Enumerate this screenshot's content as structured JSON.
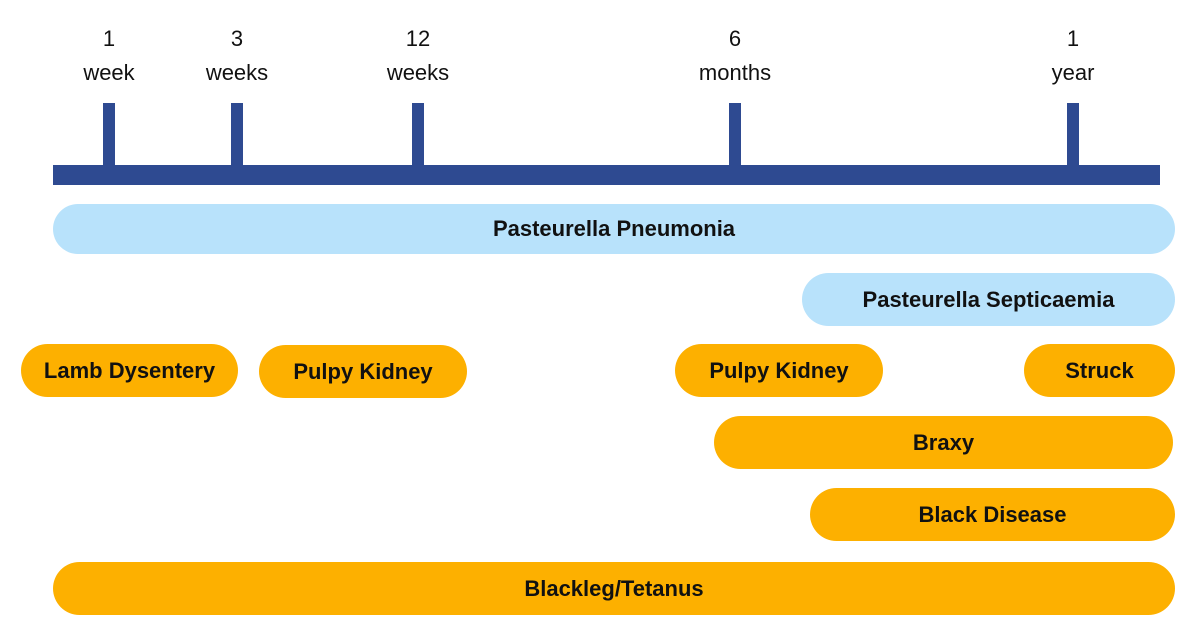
{
  "colors": {
    "axis": "#2e4a91",
    "pasteurella": "#b8e2fb",
    "clostridial": "#fdb000"
  },
  "timeline": {
    "ticks": [
      {
        "line1": "1",
        "line2": "week"
      },
      {
        "line1": "3",
        "line2": "weeks"
      },
      {
        "line1": "12",
        "line2": "weeks"
      },
      {
        "line1": "6",
        "line2": "months"
      },
      {
        "line1": "1",
        "line2": "year"
      }
    ]
  },
  "bars": [
    {
      "label": "Pasteurella Pneumonia",
      "group": "pasteurella"
    },
    {
      "label": "Pasteurella Septicaemia",
      "group": "pasteurella"
    },
    {
      "label": "Lamb Dysentery",
      "group": "clostridial"
    },
    {
      "label": "Pulpy Kidney",
      "group": "clostridial"
    },
    {
      "label": "Pulpy Kidney",
      "group": "clostridial"
    },
    {
      "label": "Struck",
      "group": "clostridial"
    },
    {
      "label": "Braxy",
      "group": "clostridial"
    },
    {
      "label": "Black Disease",
      "group": "clostridial"
    },
    {
      "label": "Blackleg/Tetanus",
      "group": "clostridial"
    }
  ]
}
